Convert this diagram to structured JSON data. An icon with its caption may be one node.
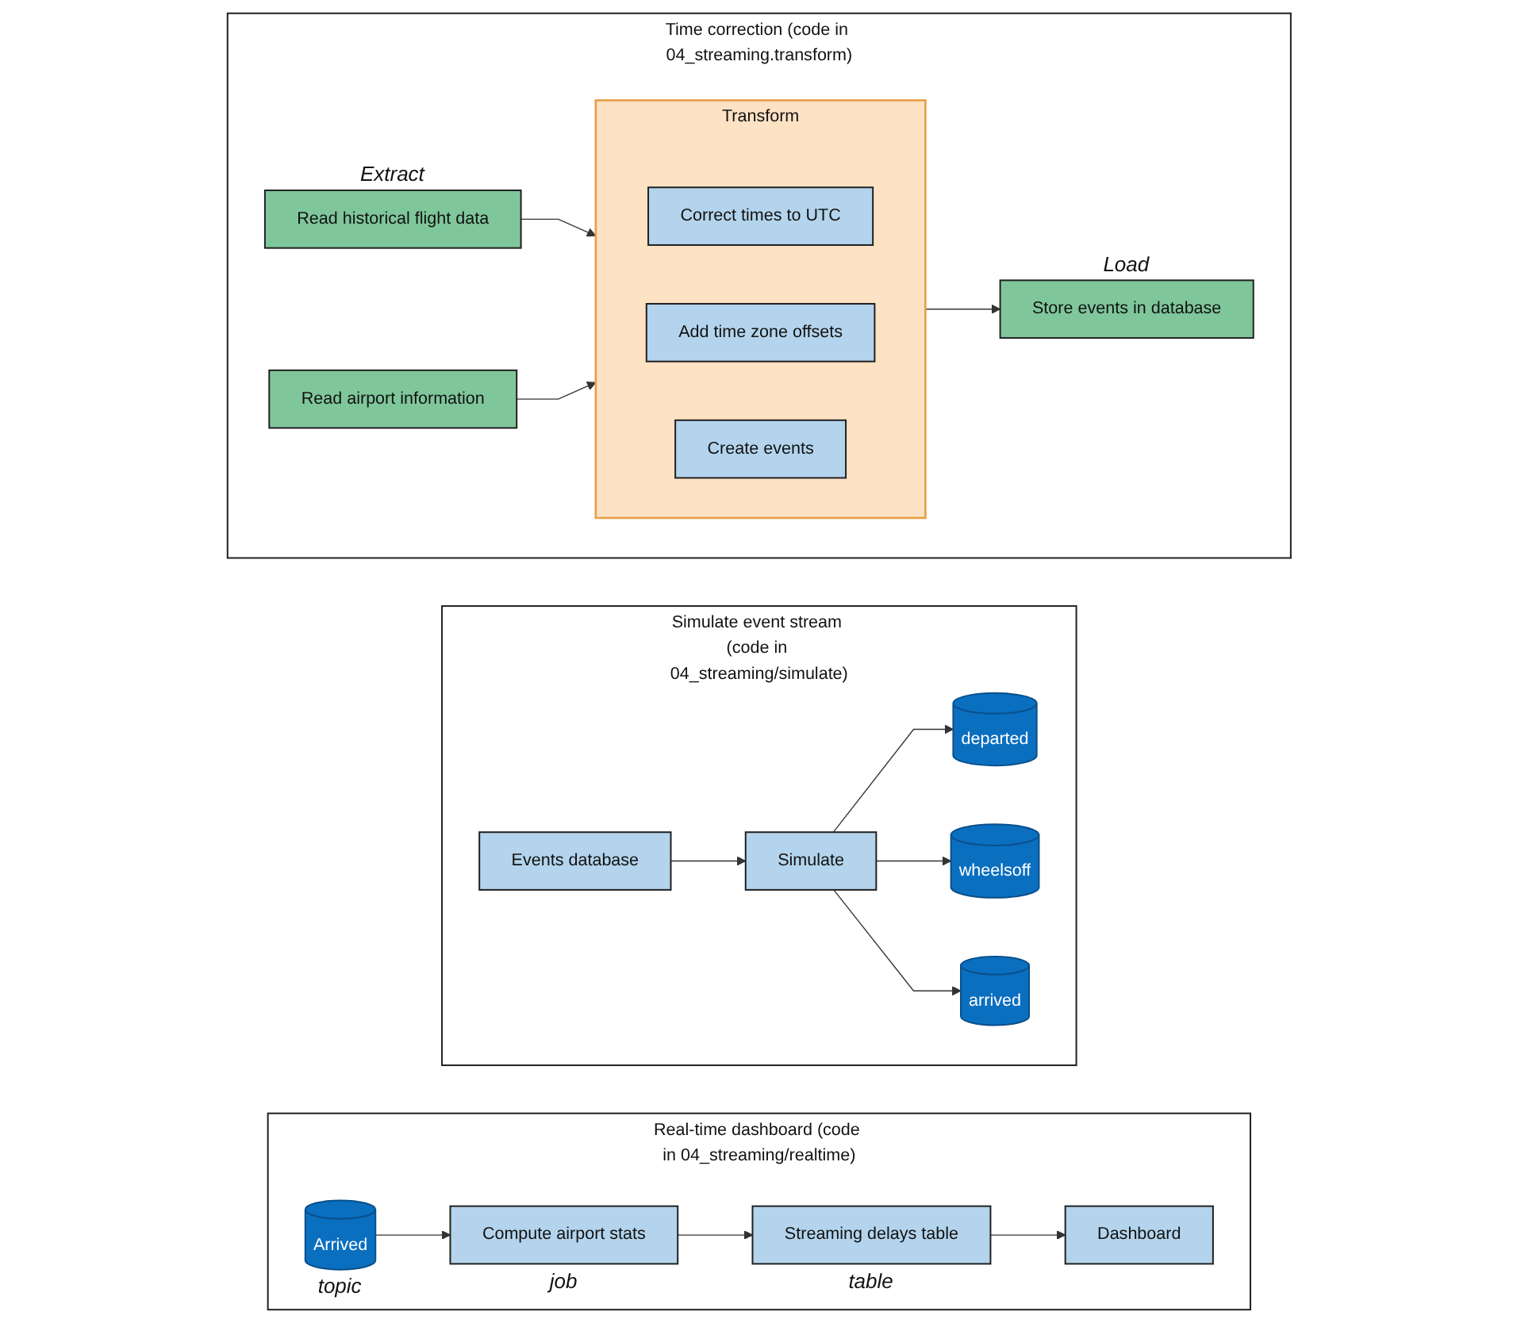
{
  "diagram": {
    "nodes": [
      {
        "text": [
          "Time correction (code in 04_streaming.transform)"
        ]
      },
      {
        "text": [
          "Read historical flight data"
        ],
        "in": 0,
        "beside": [
          "Extract"
        ]
      },
      {
        "text": [
          "Read airport information"
        ],
        "in": 0
      },
      {
        "text": [
          "Transform"
        ],
        "in": 0
      },
      {
        "text": [
          "Correct times to UTC"
        ],
        "in": 3
      },
      {
        "text": [
          "Add time zone offsets"
        ],
        "in": 3
      },
      {
        "text": [
          "Create events"
        ],
        "in": 3
      },
      {
        "text": [
          "Store events in database"
        ],
        "in": 0,
        "beside": [
          "Load"
        ]
      },
      {
        "text": [
          "Simulate event stream (code in 04_streaming/simulate)"
        ]
      },
      {
        "text": [
          "Events database"
        ],
        "in": 8
      },
      {
        "text": [
          "Simulate"
        ],
        "in": 8
      },
      {
        "text": [
          "departed"
        ],
        "in": 8
      },
      {
        "text": [
          "wheelsoff"
        ],
        "in": 8
      },
      {
        "text": [
          "arrived"
        ],
        "in": 8
      },
      {
        "text": [
          "Real-time dashboard (code in 04_streaming/realtime)"
        ]
      },
      {
        "text": [
          "Arrived"
        ],
        "in": 14,
        "beside": [
          "topic"
        ]
      },
      {
        "text": [
          "Compute airport stats"
        ],
        "in": 14,
        "beside": [
          "job"
        ]
      },
      {
        "text": [
          "Streaming delays table"
        ],
        "in": 14,
        "beside": [
          "table"
        ]
      },
      {
        "text": [
          "Dashboard"
        ],
        "in": 14
      }
    ],
    "edges": [
      {
        "from": 1,
        "to": 3,
        "arrow": "to"
      },
      {
        "from": 2,
        "to": 3,
        "arrow": "to"
      },
      {
        "from": 3,
        "to": 7,
        "arrow": "to"
      },
      {
        "from": 9,
        "to": 10,
        "arrow": "to"
      },
      {
        "from": 10,
        "to": 11,
        "arrow": "to"
      },
      {
        "from": 10,
        "to": 12,
        "arrow": "to"
      },
      {
        "from": 10,
        "to": 13,
        "arrow": "to"
      },
      {
        "from": 15,
        "to": 16,
        "arrow": "to"
      },
      {
        "from": 16,
        "to": 17,
        "arrow": "to"
      },
      {
        "from": 17,
        "to": 18,
        "arrow": "to"
      }
    ]
  }
}
